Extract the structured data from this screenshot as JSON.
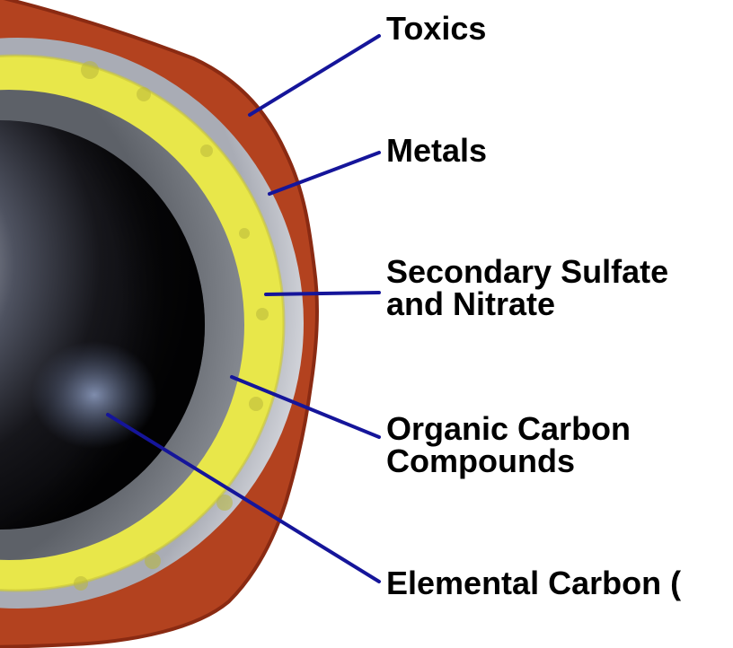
{
  "diagram": {
    "labels": {
      "toxics": "Toxics",
      "metals": "Metals",
      "secondary_line1": "Secondary Sulfate",
      "secondary_line2": "and Nitrate",
      "organic_line1": "Organic Carbon",
      "organic_line2": "Compounds",
      "elemental": "Elemental Carbon ("
    },
    "colors": {
      "leader_line": "#15159a",
      "toxics_layer": "#b3421f",
      "metals_layer": "#b9bcc4",
      "sulfate_layer": "#e8e74a",
      "organic_layer": "#7d8188",
      "elemental_core": "#0c0c0f",
      "label_text": "#000000"
    }
  }
}
